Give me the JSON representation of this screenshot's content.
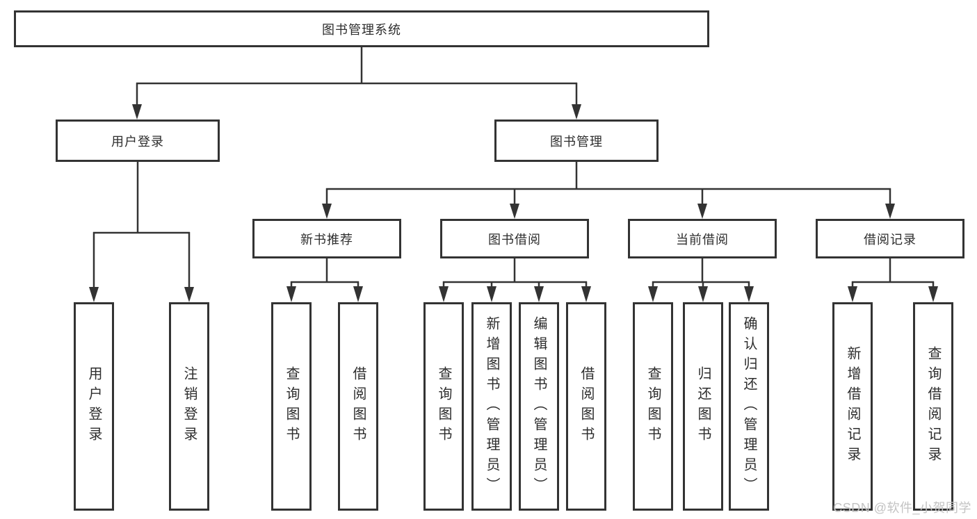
{
  "diagram": {
    "root": {
      "label": "图书管理系统"
    },
    "branches": {
      "user_login": {
        "label": "用户登录",
        "children": {
          "login": "用户登录",
          "logout": "注销登录"
        }
      },
      "book_mgmt": {
        "label": "图书管理",
        "children": {
          "new_book_rec": {
            "label": "新书推荐",
            "children": {
              "query_books": "查询图书",
              "borrow_books": "借阅图书"
            }
          },
          "book_borrow": {
            "label": "图书借阅",
            "children": {
              "query_books": "查询图书",
              "add_books": "新增图书（管理员）",
              "edit_books": "编辑图书（管理员）",
              "borrow_books": "借阅图书"
            }
          },
          "current_borrow": {
            "label": "当前借阅",
            "children": {
              "query_books": "查询图书",
              "return_books": "归还图书",
              "confirm_return": "确认归还（管理员）"
            }
          },
          "borrow_records": {
            "label": "借阅记录",
            "children": {
              "add_record": "新增借阅记录",
              "query_record": "查询借阅记录"
            }
          }
        }
      }
    },
    "watermark": "CSDN @软件_小贺同学",
    "colors": {
      "line": "#333333",
      "box_border": "#333333",
      "text": "#2d2d2d",
      "watermark": "#c3c3c3"
    }
  }
}
